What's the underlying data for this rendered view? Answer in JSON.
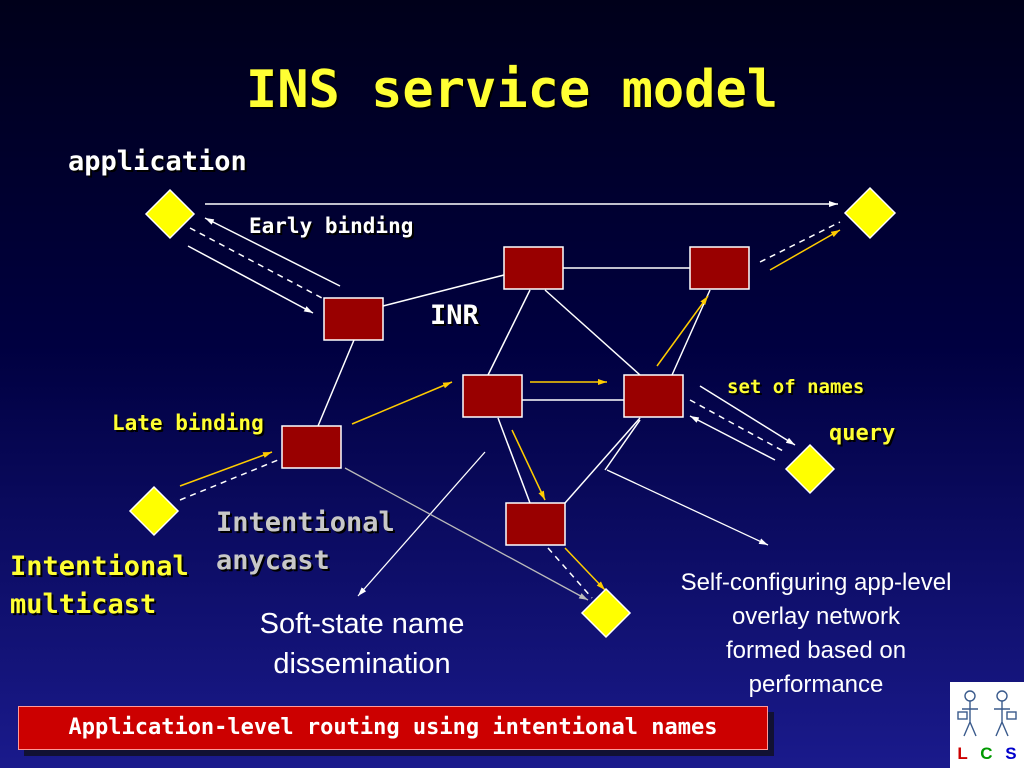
{
  "slide": {
    "title": "INS service model",
    "labels": {
      "application": "application",
      "early_binding": "Early binding",
      "inr": "INR",
      "set_of_names": "set of names",
      "query": "query",
      "late_binding": "Late binding",
      "intentional_anycast_1": "Intentional",
      "intentional_anycast_2": "anycast",
      "intentional_multicast_1": "Intentional",
      "intentional_multicast_2": "multicast",
      "soft_state_1": "Soft-state name",
      "soft_state_2": "dissemination",
      "overlay_1": "Self-configuring app-level",
      "overlay_2": "overlay network",
      "overlay_3": "formed based on",
      "overlay_4": "performance"
    },
    "banner": "Application-level routing using intentional names",
    "logo": {
      "l": "L",
      "c": "C",
      "s": "S"
    }
  },
  "colors": {
    "background_top": "#00001a",
    "background_bottom": "#1a1a8c",
    "title": "#ffff33",
    "inr_node": "#990000",
    "app_node": "#ffff00",
    "banner": "#cc0000",
    "logo_l": "#cc0000",
    "logo_c": "#009900",
    "logo_s": "#0000cc"
  }
}
